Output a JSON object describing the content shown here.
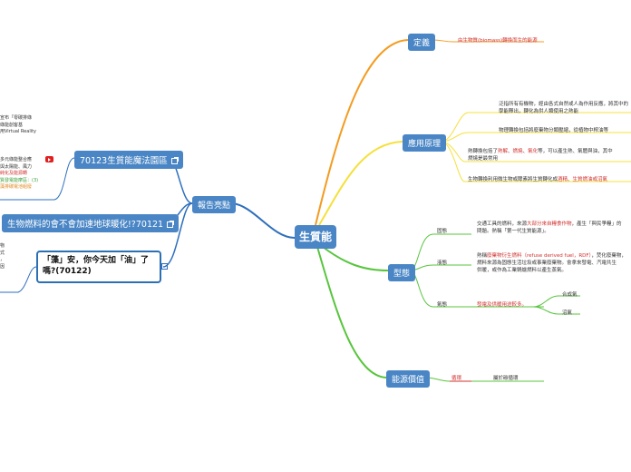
{
  "central": "生質能",
  "branches": {
    "definition": {
      "label": "定義",
      "child": "由生物質(biomass)轉換而生的能源"
    },
    "principle": {
      "label": "應用原理",
      "items": [
        "泛指所有有機物，經由各式自然或人為作用反應，將其中的",
        "學能釋出，轉化為供人類使用之熱能",
        "物理轉換包括將廢棄物分類壓縮，從植物中榨油等",
        "熱轉換包括了",
        "熱解",
        "、",
        "燃燒",
        "、",
        "氣化",
        "等，可以產生熱、氣體與油，其中",
        "燃燒是最常用",
        "生物轉換利用微生物或酵素將生質轉化成",
        "酒精",
        "、",
        "生質燃油或沼氣"
      ]
    },
    "types": {
      "label": "型態",
      "solid": {
        "label": "固態",
        "text1a": "交通工具的燃料，來源",
        "text1b": "大部分來自糧食作物",
        "text1c": "，產生「與民爭糧」的",
        "text2": "問題。熱稱「第一代生質能源」。"
      },
      "liquid": {
        "label": "液態",
        "text1a": "熱稱",
        "text1b": "廢棄物衍生燃料（refuse derived fuel，RDF）",
        "text1c": "，焚化廢棄物，",
        "text2": "燃料來源為固態生活垃圾或事業廢棄物。會拿來發電、汽電共生",
        "text3": "供暖，或作為工業鍋爐燃料以產生蒸氣。"
      },
      "gas": {
        "label": "氣態",
        "text": "發電及供暖用途較多。",
        "children": [
          "合成氣",
          "沼氣"
        ]
      }
    },
    "value": {
      "label": "能源價值",
      "child": "循環",
      "grandchild": "屬於碳循環"
    },
    "report": {
      "label": "報告亮點",
      "items": [
        {
          "label": "70123生質能魔法園區"
        },
        {
          "label": "生物燃料的會不會加速地球暖化!?70121"
        },
        {
          "label": "「藻」安，你今天加「油」了嗎?(70122)"
        }
      ]
    }
  },
  "left_fragments": {
    "block1": [
      "宣布「零碳排綠",
      "綠能創客基",
      "用Virtual Reality"
    ],
    "block2": [
      "多元綠能整合應",
      "與太陽能、風力"
    ],
    "block2_red": "純化及能源轉",
    "block2_green": "質發電能摩區：(3)",
    "block2_orange": "藻排碳電池組廢",
    "block3": [
      "物",
      "",
      "式",
      "，",
      "因"
    ]
  },
  "colors": {
    "node_blue": "#4a86c5",
    "orange_branch": "#f39c22",
    "yellow_branch": "#f5e03b",
    "green_branch": "#58c53e",
    "blue_branch": "#2e6fbd",
    "red_text": "#d0312d"
  }
}
